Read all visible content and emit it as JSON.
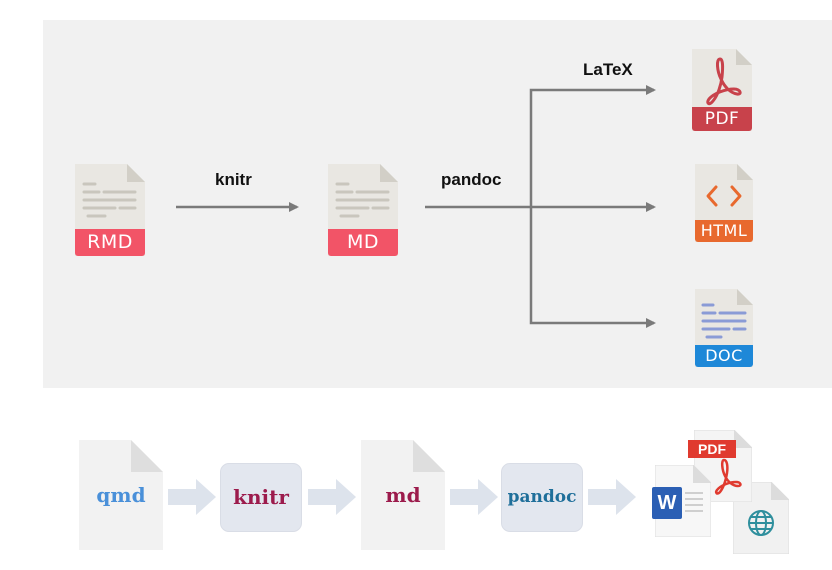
{
  "top_diagram": {
    "nodes": {
      "rmd": {
        "label": "RMD",
        "color": "#f25467"
      },
      "md": {
        "label": "MD",
        "color": "#f25467"
      },
      "pdf": {
        "label": "PDF",
        "color": "#c8424b"
      },
      "html": {
        "label": "HTML",
        "color": "#e8692e"
      },
      "doc": {
        "label": "DOC",
        "color": "#1e88d8"
      }
    },
    "edges": {
      "knitr": "knitr",
      "pandoc": "pandoc",
      "latex": "LaTeX"
    }
  },
  "bottom_flow": {
    "steps": {
      "qmd": {
        "label": "qmd",
        "color": "#4a90d9"
      },
      "knitr": {
        "label": "knitr",
        "color": "#9c1b4c"
      },
      "md": {
        "label": "md",
        "color": "#9c1b4c"
      },
      "pandoc": {
        "label": "pandoc",
        "color": "#1f6f9a"
      }
    },
    "outputs": {
      "pdf_badge": "PDF",
      "word_letter": "W"
    }
  }
}
